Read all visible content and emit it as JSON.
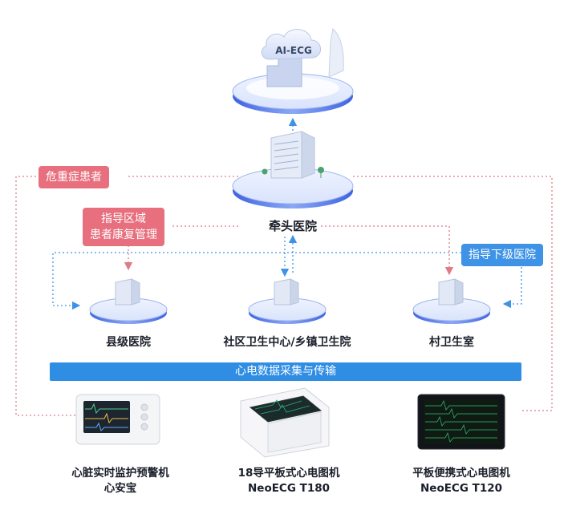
{
  "cloud": {
    "label": "AI-ECG"
  },
  "lead_hospital": {
    "label": "牵头医院"
  },
  "tags": {
    "critical_patients": "危重症患者",
    "regional_guidance": "指导区域\n患者康复管理",
    "guide_lower": "指导下级医院"
  },
  "facilities": [
    {
      "label": "县级医院"
    },
    {
      "label": "社区卫生中心/乡镇卫生院"
    },
    {
      "label": "村卫生室"
    }
  ],
  "data_bar": {
    "label": "心电数据采集与传输"
  },
  "devices": [
    {
      "name": "心脏实时监护预警机",
      "model": "心安宝"
    },
    {
      "name": "18导平板式心电图机",
      "model": "NeoECG T180"
    },
    {
      "name": "平板便携式心电图机",
      "model": "NeoECG T120"
    }
  ],
  "colors": {
    "red_line": "#e07a86",
    "blue_line": "#3e93e6",
    "platform": "#5f7be8",
    "tag_red": "#e76f7e",
    "tag_blue": "#3e93e6"
  }
}
